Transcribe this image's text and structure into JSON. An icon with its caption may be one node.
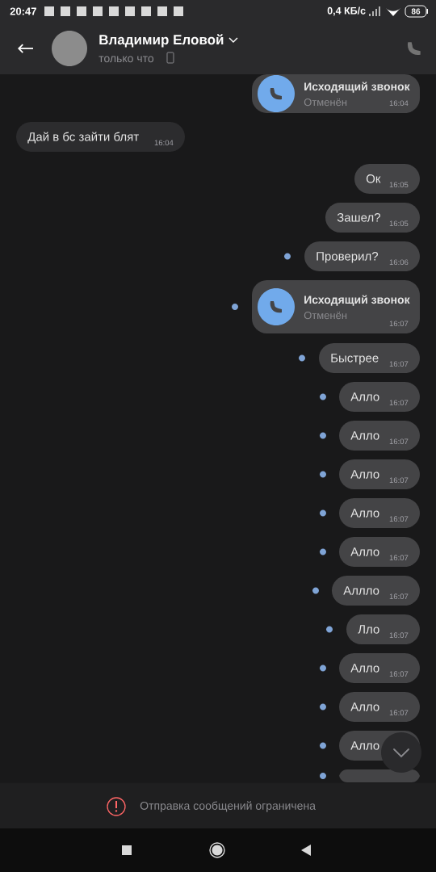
{
  "diagram": {
    "nodes": [
      {
        "text": [
          "Исходящий звонок",
          "Отменён",
          "16:04"
        ]
      },
      {
        "text": [
          "Дай в бс зайти блят",
          "16:04"
        ]
      },
      {
        "text": [
          "Ок",
          "16:05"
        ]
      },
      {
        "text": [
          "Зашел?",
          "16:05"
        ]
      },
      {
        "text": [
          "Проверил?",
          "16:06"
        ]
      },
      {
        "text": [
          "Исходящий звонок",
          "Отменён",
          "16:07"
        ]
      },
      {
        "text": [
          "Быстрее",
          "16:07"
        ]
      },
      {
        "text": [
          "Алло",
          "16:07"
        ]
      },
      {
        "text": [
          "Алло",
          "16:07"
        ]
      },
      {
        "text": [
          "Алло",
          "16:07"
        ]
      },
      {
        "text": [
          "Алло",
          "16:07"
        ]
      },
      {
        "text": [
          "Алло",
          "16:07"
        ]
      },
      {
        "text": [
          "Аллло",
          "16:07"
        ]
      },
      {
        "text": [
          "Лло",
          "16:07"
        ]
      },
      {
        "text": [
          "Алло",
          "16:07"
        ]
      },
      {
        "text": [
          "Алло",
          "16:07"
        ]
      },
      {
        "text": [
          "Алло"
        ]
      },
      {
        "text": [],
        "shape": "box"
      }
    ],
    "labels": [
      "20:47",
      "0,4 КБ/с",
      "86",
      "Владимир Еловой",
      "только что",
      "Отправка сообщений ограничена"
    ]
  }
}
